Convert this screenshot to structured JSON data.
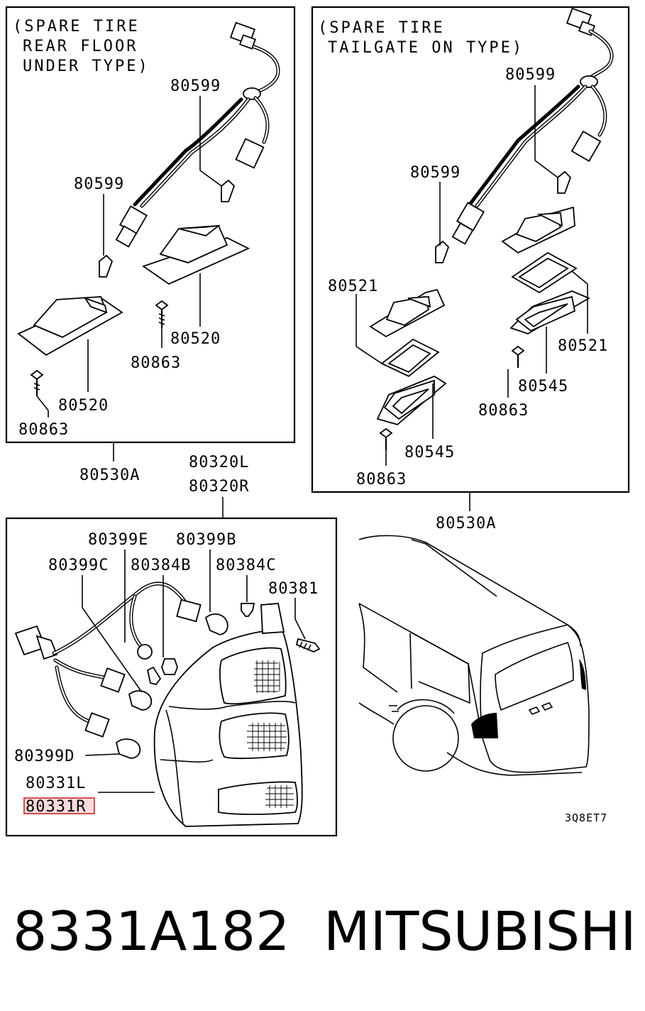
{
  "panel_rear_floor": {
    "note_lines": [
      "(SPARE TIRE",
      "REAR FLOOR",
      "UNDER TYPE)"
    ],
    "labels": [
      "80599",
      "80599",
      "80520",
      "80863",
      "80520",
      "80863"
    ]
  },
  "panel_tailgate": {
    "note_lines": [
      "(SPARE TIRE",
      "TAILGATE ON TYPE)"
    ],
    "labels": [
      "80599",
      "80599",
      "80521",
      "80521",
      "80545",
      "80863",
      "80545",
      "80863"
    ]
  },
  "assembly_labels": {
    "left_530": "80530A",
    "right_530": "80530A",
    "lamp_left": "80320L",
    "lamp_right": "80320R"
  },
  "panel_lamp": {
    "labels": [
      "80399E",
      "80399B",
      "80399C",
      "80384B",
      "80384C",
      "80381",
      "80399D",
      "80331L"
    ],
    "highlighted_label": "80331R",
    "highlight_color": "#d63a3a"
  },
  "drawing_code": "3Q8ET7",
  "footer": {
    "part_number": "8331A182",
    "brand": "MITSUBISHI"
  }
}
